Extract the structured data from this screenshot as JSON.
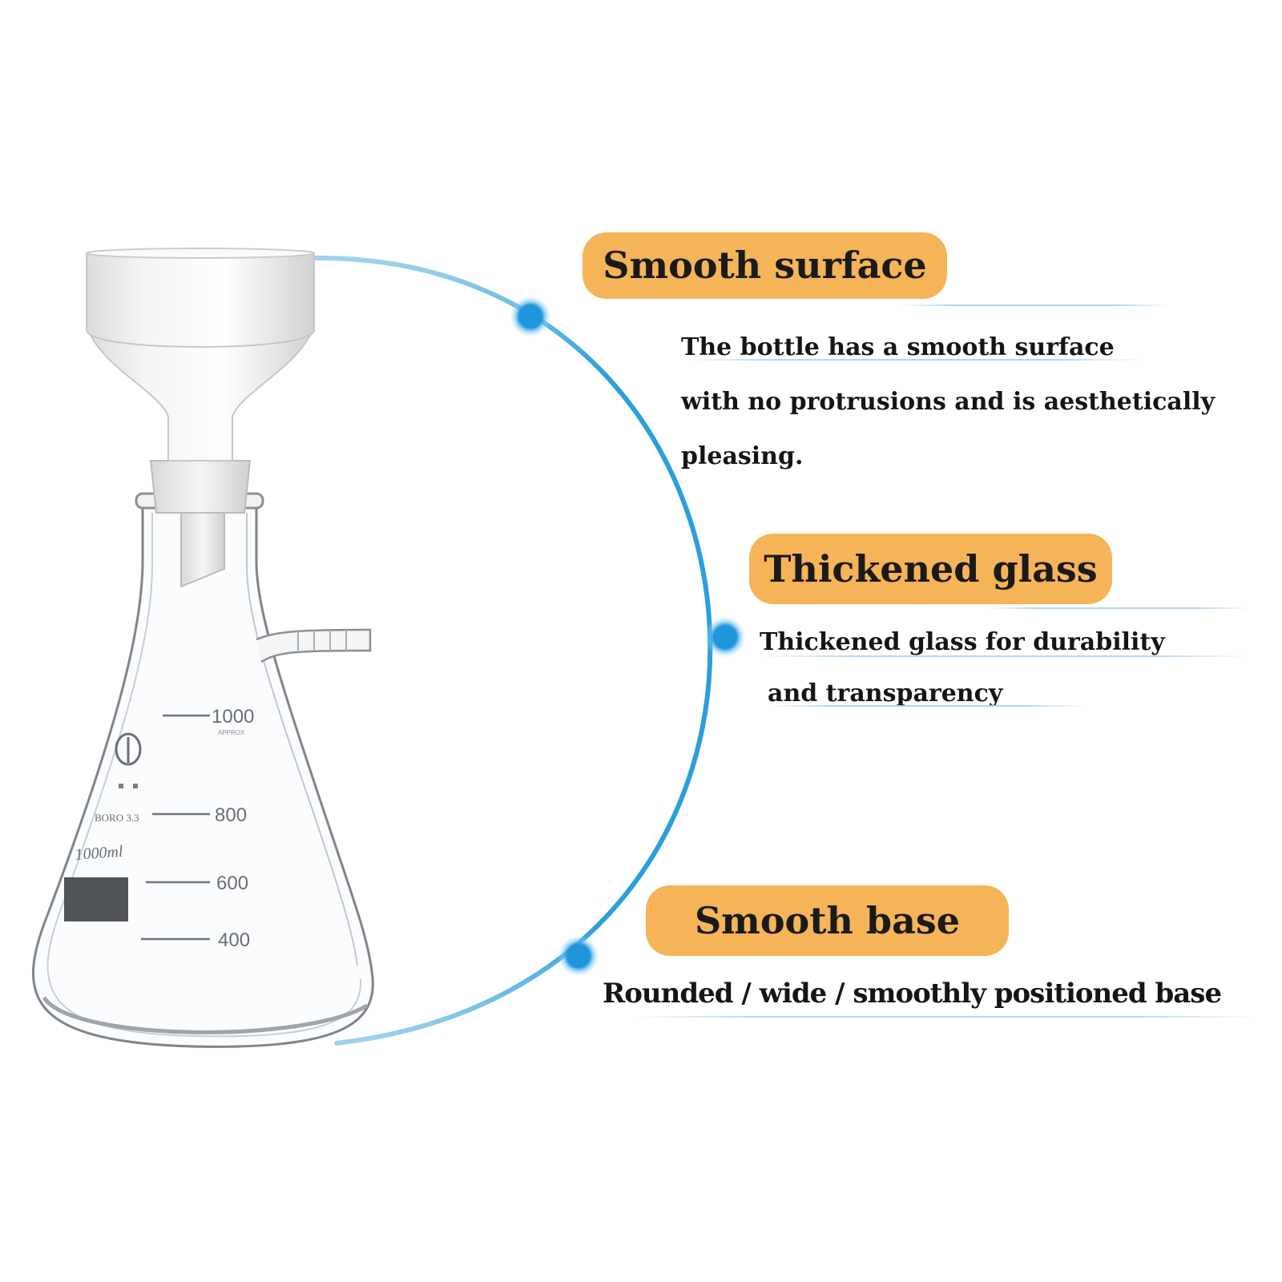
{
  "features": [
    {
      "title": "Smooth surface",
      "lines": [
        "The bottle has a smooth surface",
        "with no protrusions and is aesthetically",
        "pleasing."
      ]
    },
    {
      "title": "Thickened glass",
      "lines": [
        "Thickened glass for durability",
        "and transparency"
      ]
    },
    {
      "title": "Smooth base",
      "lines": [
        "Rounded / wide / smoothly positioned base"
      ]
    }
  ],
  "flask": {
    "graduations": [
      "1000",
      "800",
      "600",
      "400"
    ],
    "volume_label": "1000ml",
    "glass_label": "BORO 3.3",
    "approx_label": "APPROX"
  },
  "colors": {
    "pill": "#f5b458",
    "arc": "#1e9ad6",
    "dot": "#1f95dc"
  }
}
